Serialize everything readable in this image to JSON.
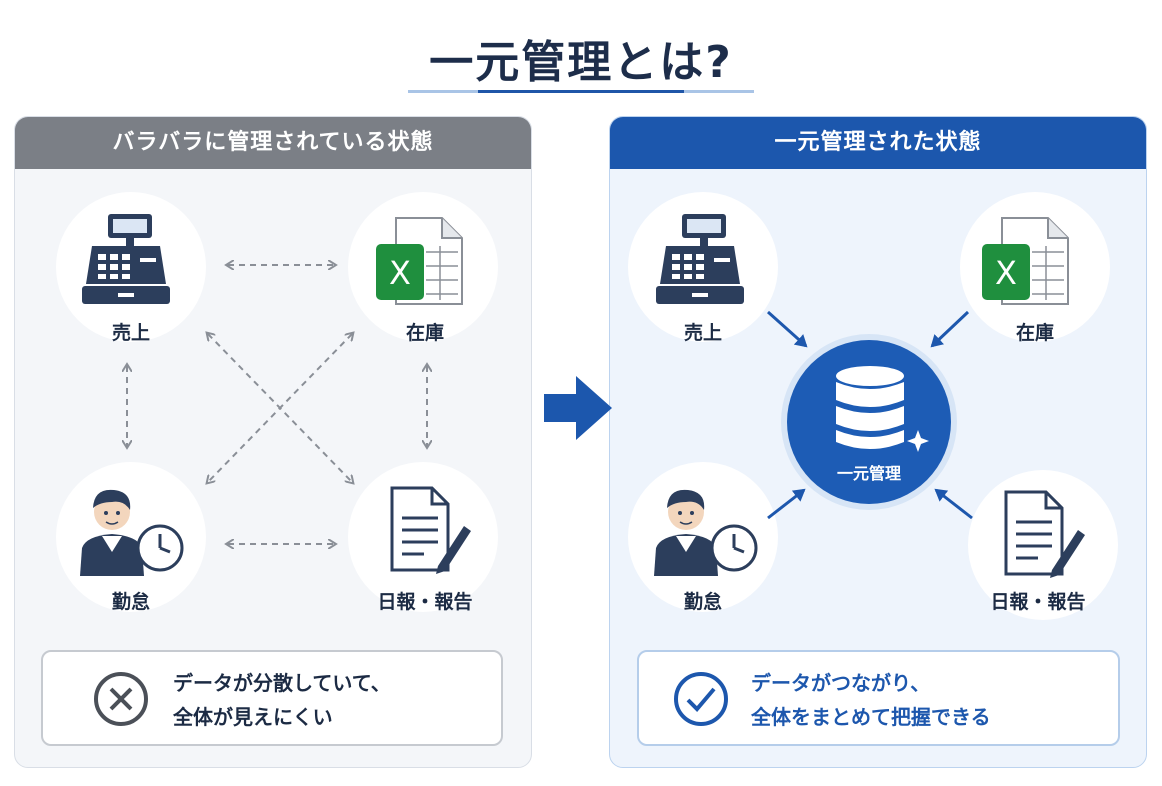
{
  "title": "一元管理とは?",
  "left_panel": {
    "heading": "バラバラに管理されている状態",
    "nodes": {
      "sales": "売上",
      "inventory": "在庫",
      "attendance": "勤怠",
      "reports": "日報・報告"
    },
    "message": {
      "line1": "データが分散していて、",
      "line2": "全体が見えにくい"
    }
  },
  "right_panel": {
    "heading": "一元管理された状態",
    "hub_label": "一元管理",
    "nodes": {
      "sales": "売上",
      "inventory": "在庫",
      "attendance": "勤怠",
      "reports": "日報・報告"
    },
    "message": {
      "line1": "データがつながり、",
      "line2": "全体をまとめて把握できる"
    }
  },
  "colors": {
    "accent_blue": "#1c57ad",
    "gray_header": "#7b7f86",
    "excel_green": "#1f8f3e",
    "navy": "#2c3e5c"
  },
  "icons": [
    "cash-register-icon",
    "excel-spreadsheet-icon",
    "worker-clock-icon",
    "document-pen-icon",
    "database-icon",
    "x-circle-icon",
    "check-circle-icon",
    "right-arrow-icon"
  ]
}
